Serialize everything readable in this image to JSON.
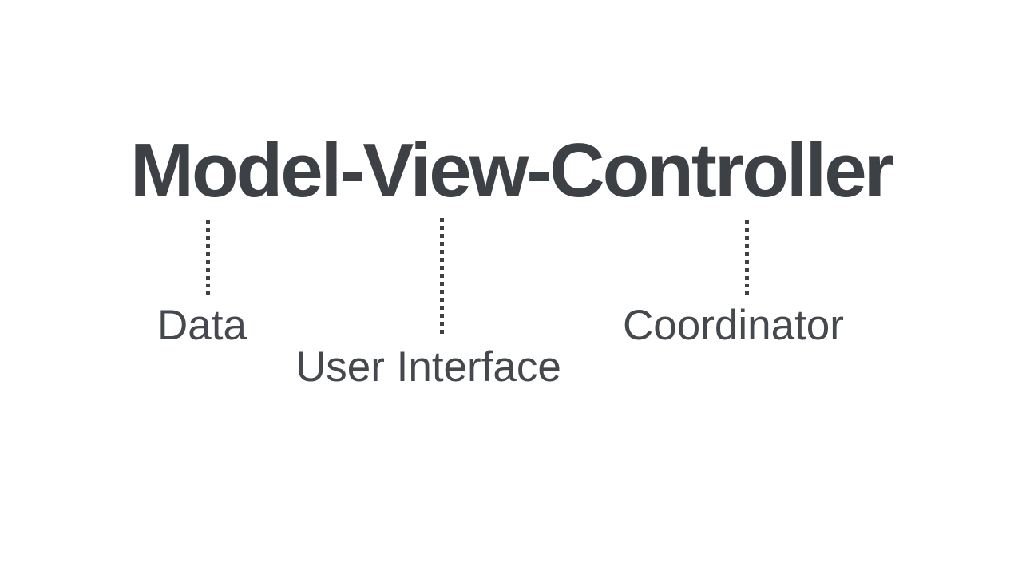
{
  "diagram": {
    "title": "Model-View-Controller",
    "colors": {
      "background": "#ffffff",
      "title_ink": "#3d4045",
      "label_ink": "#45484d"
    },
    "nodes": [
      {
        "term": "Model",
        "label": "Data"
      },
      {
        "term": "View",
        "label": "User Interface"
      },
      {
        "term": "Controller",
        "label": "Coordinator"
      }
    ]
  }
}
